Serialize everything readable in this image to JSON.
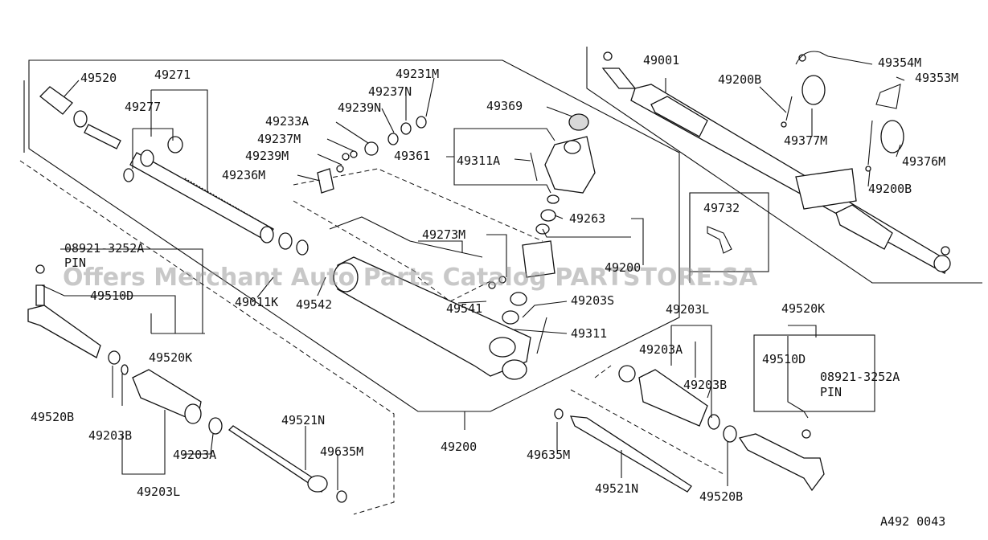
{
  "diagram_id": "A492 0043",
  "watermark": "Offers Merchant Auto Parts Catalog PARTSTORE.SA",
  "labels": {
    "p49520": "49520",
    "p49271": "49271",
    "p49277": "49277",
    "p49233A": "49233A",
    "p49237M_a": "49237M",
    "p49239M": "49239M",
    "p49236M": "49236M",
    "p49239N": "49239N",
    "p49237N": "49237N",
    "p49231M": "49231M",
    "p49369": "49369",
    "p49361": "49361",
    "p49311A": "49311A",
    "p49263": "49263",
    "p49273M": "49273M",
    "p49200_mid": "49200",
    "pin_left_num": "08921-3252A",
    "pin_left_txt": "PIN",
    "p49510D_left": "49510D",
    "p49520K_left": "49520K",
    "p49011K": "49011K",
    "p49542": "49542",
    "p49541": "49541",
    "p49203S": "49203S",
    "p49311": "49311",
    "p49520B_left": "49520B",
    "p49203B_left": "49203B",
    "p49203A_left": "49203A",
    "p49203L_left": "49203L",
    "p49521N_left": "49521N",
    "p49635M_left": "49635M",
    "p49200_bottom": "49200",
    "p49001": "49001",
    "p49200B_top": "49200B",
    "p49354M": "49354M",
    "p49353M": "49353M",
    "p49377M": "49377M",
    "p49376M": "49376M",
    "p49200B_right": "49200B",
    "p49732": "49732",
    "p49203L_right": "49203L",
    "p49203A_right": "49203A",
    "p49203B_right": "49203B",
    "p49520K_right": "49520K",
    "p49510D_right": "49510D",
    "pin_right_num": "08921-3252A",
    "pin_right_txt": "PIN",
    "p49635M_right": "49635M",
    "p49521N_right": "49521N",
    "p49520B_right": "49520B"
  }
}
